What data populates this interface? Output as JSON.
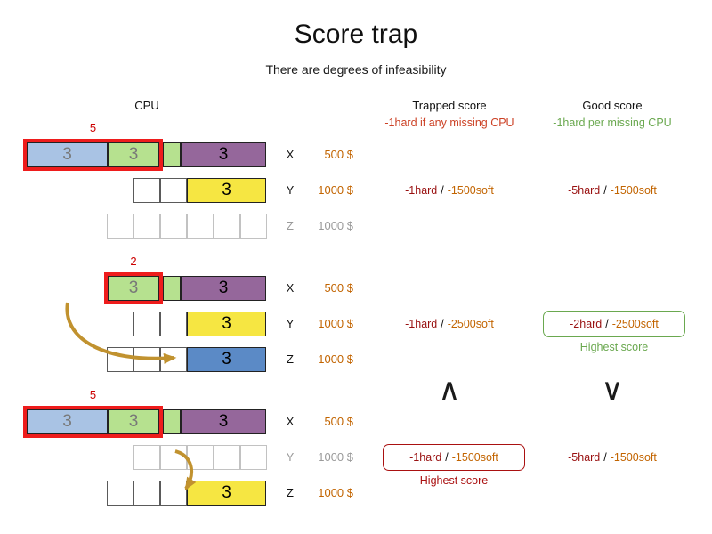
{
  "title": "Score trap",
  "subtitle": "There are degrees of infeasibility",
  "headers": {
    "cpu": "CPU",
    "trapped": "Trapped score",
    "trapped_sub": "-1hard if any missing CPU",
    "good": "Good score",
    "good_sub": "-1hard per missing CPU"
  },
  "comparison": {
    "trapped_symbol": "∧",
    "good_symbol": "∨"
  },
  "scenarios": [
    {
      "overload_label": "5",
      "rows": {
        "x": {
          "label": "X",
          "cost": "500 $",
          "blocks": {
            "blue": "3",
            "green": "3",
            "purple": "3"
          }
        },
        "y": {
          "label": "Y",
          "cost": "1000 $",
          "block": "3",
          "trapped": {
            "hard": "-1hard",
            "sep": "/",
            "soft": "-1500soft"
          },
          "good": {
            "hard": "-5hard",
            "sep": "/",
            "soft": "-1500soft"
          }
        },
        "z": {
          "label": "Z",
          "cost": "1000 $"
        }
      }
    },
    {
      "overload_label": "2",
      "rows": {
        "x": {
          "label": "X",
          "cost": "500 $",
          "blocks": {
            "green": "3",
            "purple": "3"
          }
        },
        "y": {
          "label": "Y",
          "cost": "1000 $",
          "block": "3",
          "trapped": {
            "hard": "-1hard",
            "sep": "/",
            "soft": "-2500soft"
          },
          "good": {
            "hard": "-2hard",
            "sep": "/",
            "soft": "-2500soft"
          },
          "good_note": "Highest score"
        },
        "z": {
          "label": "Z",
          "cost": "1000 $",
          "block": "3"
        }
      }
    },
    {
      "overload_label": "5",
      "rows": {
        "x": {
          "label": "X",
          "cost": "500 $",
          "blocks": {
            "blue": "3",
            "green": "3",
            "purple": "3"
          }
        },
        "y": {
          "label": "Y",
          "cost": "1000 $",
          "trapped": {
            "hard": "-1hard",
            "sep": "/",
            "soft": "-1500soft"
          },
          "trapped_note": "Highest score",
          "good": {
            "hard": "-5hard",
            "sep": "/",
            "soft": "-1500soft"
          }
        },
        "z": {
          "label": "Z",
          "cost": "1000 $",
          "block": "3"
        }
      }
    }
  ],
  "colors": {
    "red_frame": "#ee1c1c",
    "overload_text": "#cc0000",
    "hard_score": "#991111",
    "soft_score": "#c26400",
    "trapped_subheader": "#cc4125",
    "good_subheader": "#6aa84f",
    "highest_score_good": "#6aa84f",
    "highest_score_trapped": "#aa1111",
    "arrow": "#c1922f",
    "block_blue": "#a9c3e4",
    "block_green": "#b6e18f",
    "block_purple": "#95679b",
    "block_yellow": "#f6e642",
    "block_dark_blue": "#5b8ac6"
  }
}
